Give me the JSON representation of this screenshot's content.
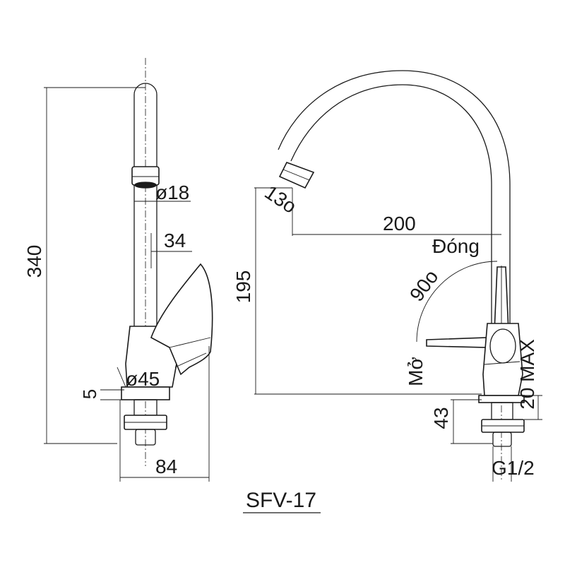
{
  "model": "SFV-17",
  "side_view": {
    "height_total": "340",
    "spout_diameter": "ø18",
    "lever_width": "34",
    "base_diameter": "ø45",
    "base_thickness": "5",
    "base_depth": "84"
  },
  "front_view": {
    "aerator_angle": "13o",
    "reach": "200",
    "closed_label": "Đóng",
    "rotation_angle": "90o",
    "open_label": "Mở",
    "spout_height": "195",
    "counter_max": "20 MAX",
    "shank_length": "43",
    "thread": "G1/2"
  }
}
